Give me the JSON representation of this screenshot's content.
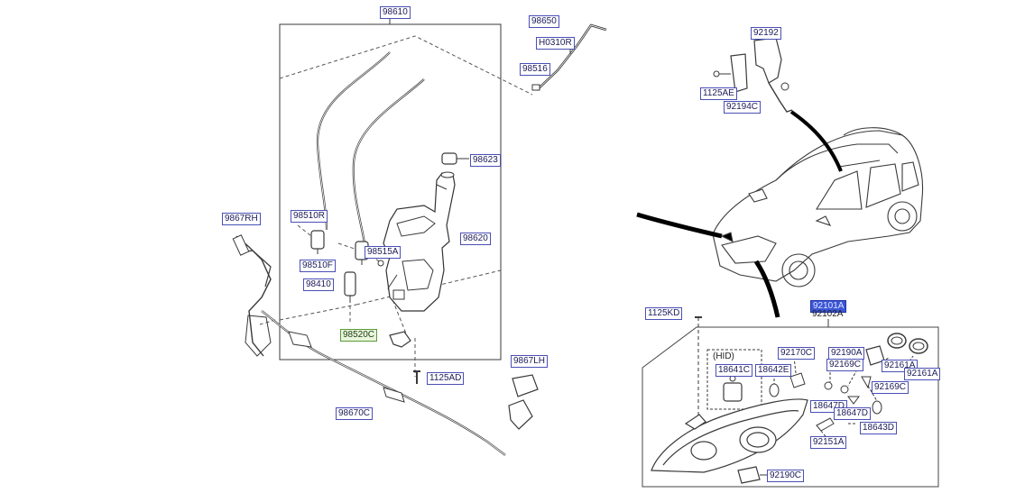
{
  "labels": {
    "washer_reservoir_assy": "98610",
    "washer_hose_assy": "98650",
    "hose_spec": "H0310R",
    "hose_connector": "98516",
    "reservoir_cap": "98623",
    "reservoir": "98620",
    "rear_washer_pump": "98510R",
    "front_washer_pump": "98510F",
    "grommet": "98515A",
    "level_sensor": "98410",
    "pump_connector": "98520C",
    "reservoir_bolt": "1125AD",
    "hose_assy_lower": "98670C",
    "nozzle_rh": "9867RH",
    "nozzle_lh": "9867LH",
    "leveling_bracket": "92192",
    "bracket_bolt": "1125AE",
    "leveling_sensor": "92194C",
    "headlamp_bolt": "1125KD",
    "headlamp_assy_lh": "92101A",
    "headlamp_assy_rh": "92102A",
    "hid_group": "(HID)",
    "hid_bulb": "18641C",
    "bulb_18642e": "18642E",
    "socket_92170c": "92170C",
    "cap_92190a": "92190A",
    "socket_92169c_a": "92169C",
    "socket_92169c_b": "92169C",
    "dust_cap_a": "92161A",
    "dust_cap_b": "92161A",
    "bulb_18647d_a": "18647D",
    "bulb_18647d_b": "18647D",
    "bulb_18643d": "18643D",
    "adjuster_92151a": "92151A",
    "cover_92190c": "92190C"
  },
  "colors": {
    "line": "#3a3a3a",
    "callout_border": "#4a4fb5",
    "highlight_green": "#e8f6dc",
    "highlight_blue": "#3c56d6"
  }
}
